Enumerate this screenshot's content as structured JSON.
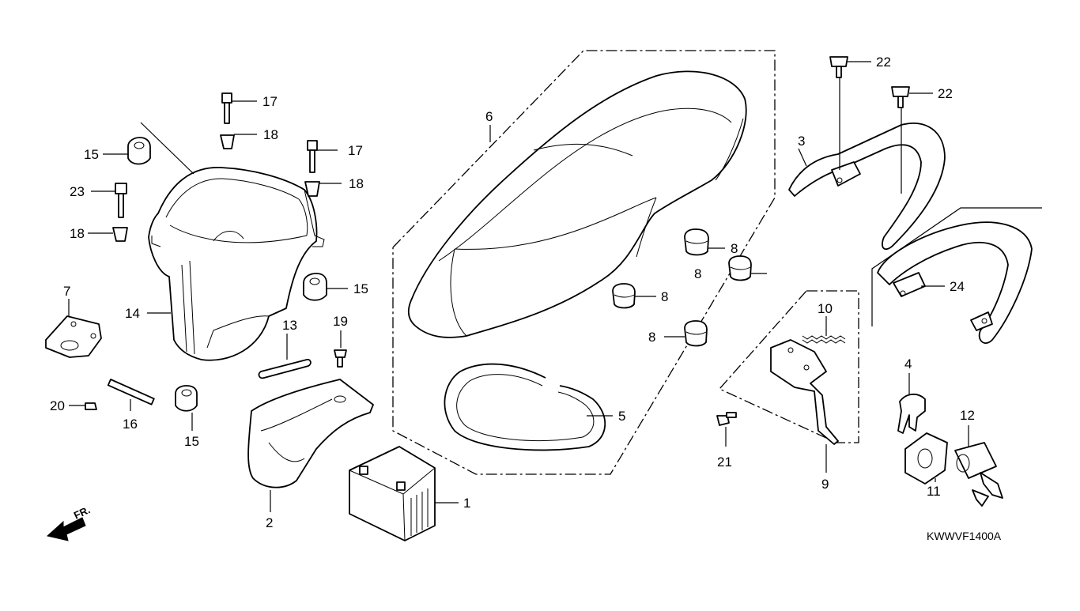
{
  "diagram": {
    "code": "KWWVF1400A",
    "front_marker": "FR.",
    "callouts": {
      "c1": "1",
      "c2": "2",
      "c3": "3",
      "c4": "4",
      "c5": "5",
      "c6": "6",
      "c7": "7",
      "c8a": "8",
      "c8b": "8",
      "c8c": "8",
      "c8d": "8",
      "c9": "9",
      "c10": "10",
      "c11": "11",
      "c12": "12",
      "c13": "13",
      "c14": "14",
      "c15a": "15",
      "c15b": "15",
      "c15c": "15",
      "c16": "16",
      "c17a": "17",
      "c17b": "17",
      "c18a": "18",
      "c18b": "18",
      "c18c": "18",
      "c19": "19",
      "c20": "20",
      "c21": "21",
      "c22a": "22",
      "c22b": "22",
      "c23": "23",
      "c24": "24"
    }
  }
}
